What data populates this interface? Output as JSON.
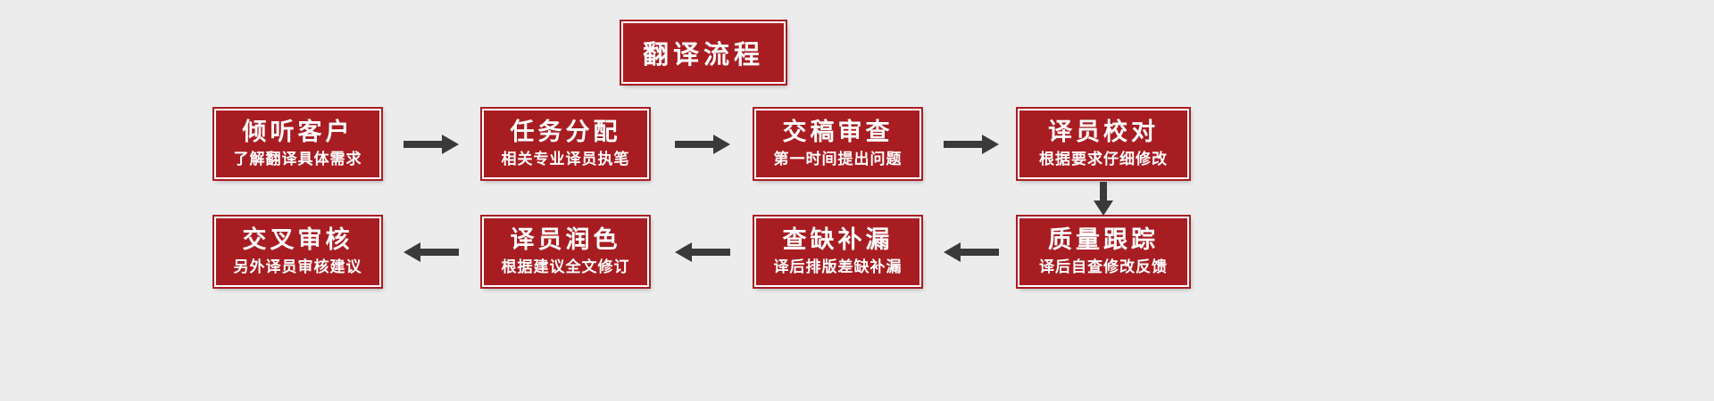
{
  "diagram": {
    "title": "翻译流程",
    "steps": [
      {
        "title": "倾听客户",
        "subtitle": "了解翻译具体需求"
      },
      {
        "title": "任务分配",
        "subtitle": "相关专业译员执笔"
      },
      {
        "title": "交稿审查",
        "subtitle": "第一时间提出问题"
      },
      {
        "title": "译员校对",
        "subtitle": "根据要求仔细修改"
      },
      {
        "title": "质量跟踪",
        "subtitle": "译后自查修改反馈"
      },
      {
        "title": "查缺补漏",
        "subtitle": "译后排版差缺补漏"
      },
      {
        "title": "译员润色",
        "subtitle": "根据建议全文修订"
      },
      {
        "title": "交叉审核",
        "subtitle": "另外译员审核建议"
      }
    ],
    "flow_order": "top row left to right, down, bottom row right to left",
    "colors": {
      "box_fill": "#a81d22",
      "box_inner_border": "#ffffff",
      "box_text": "#ffffff",
      "arrow": "#3a3a3a",
      "background": "#ececec"
    }
  }
}
